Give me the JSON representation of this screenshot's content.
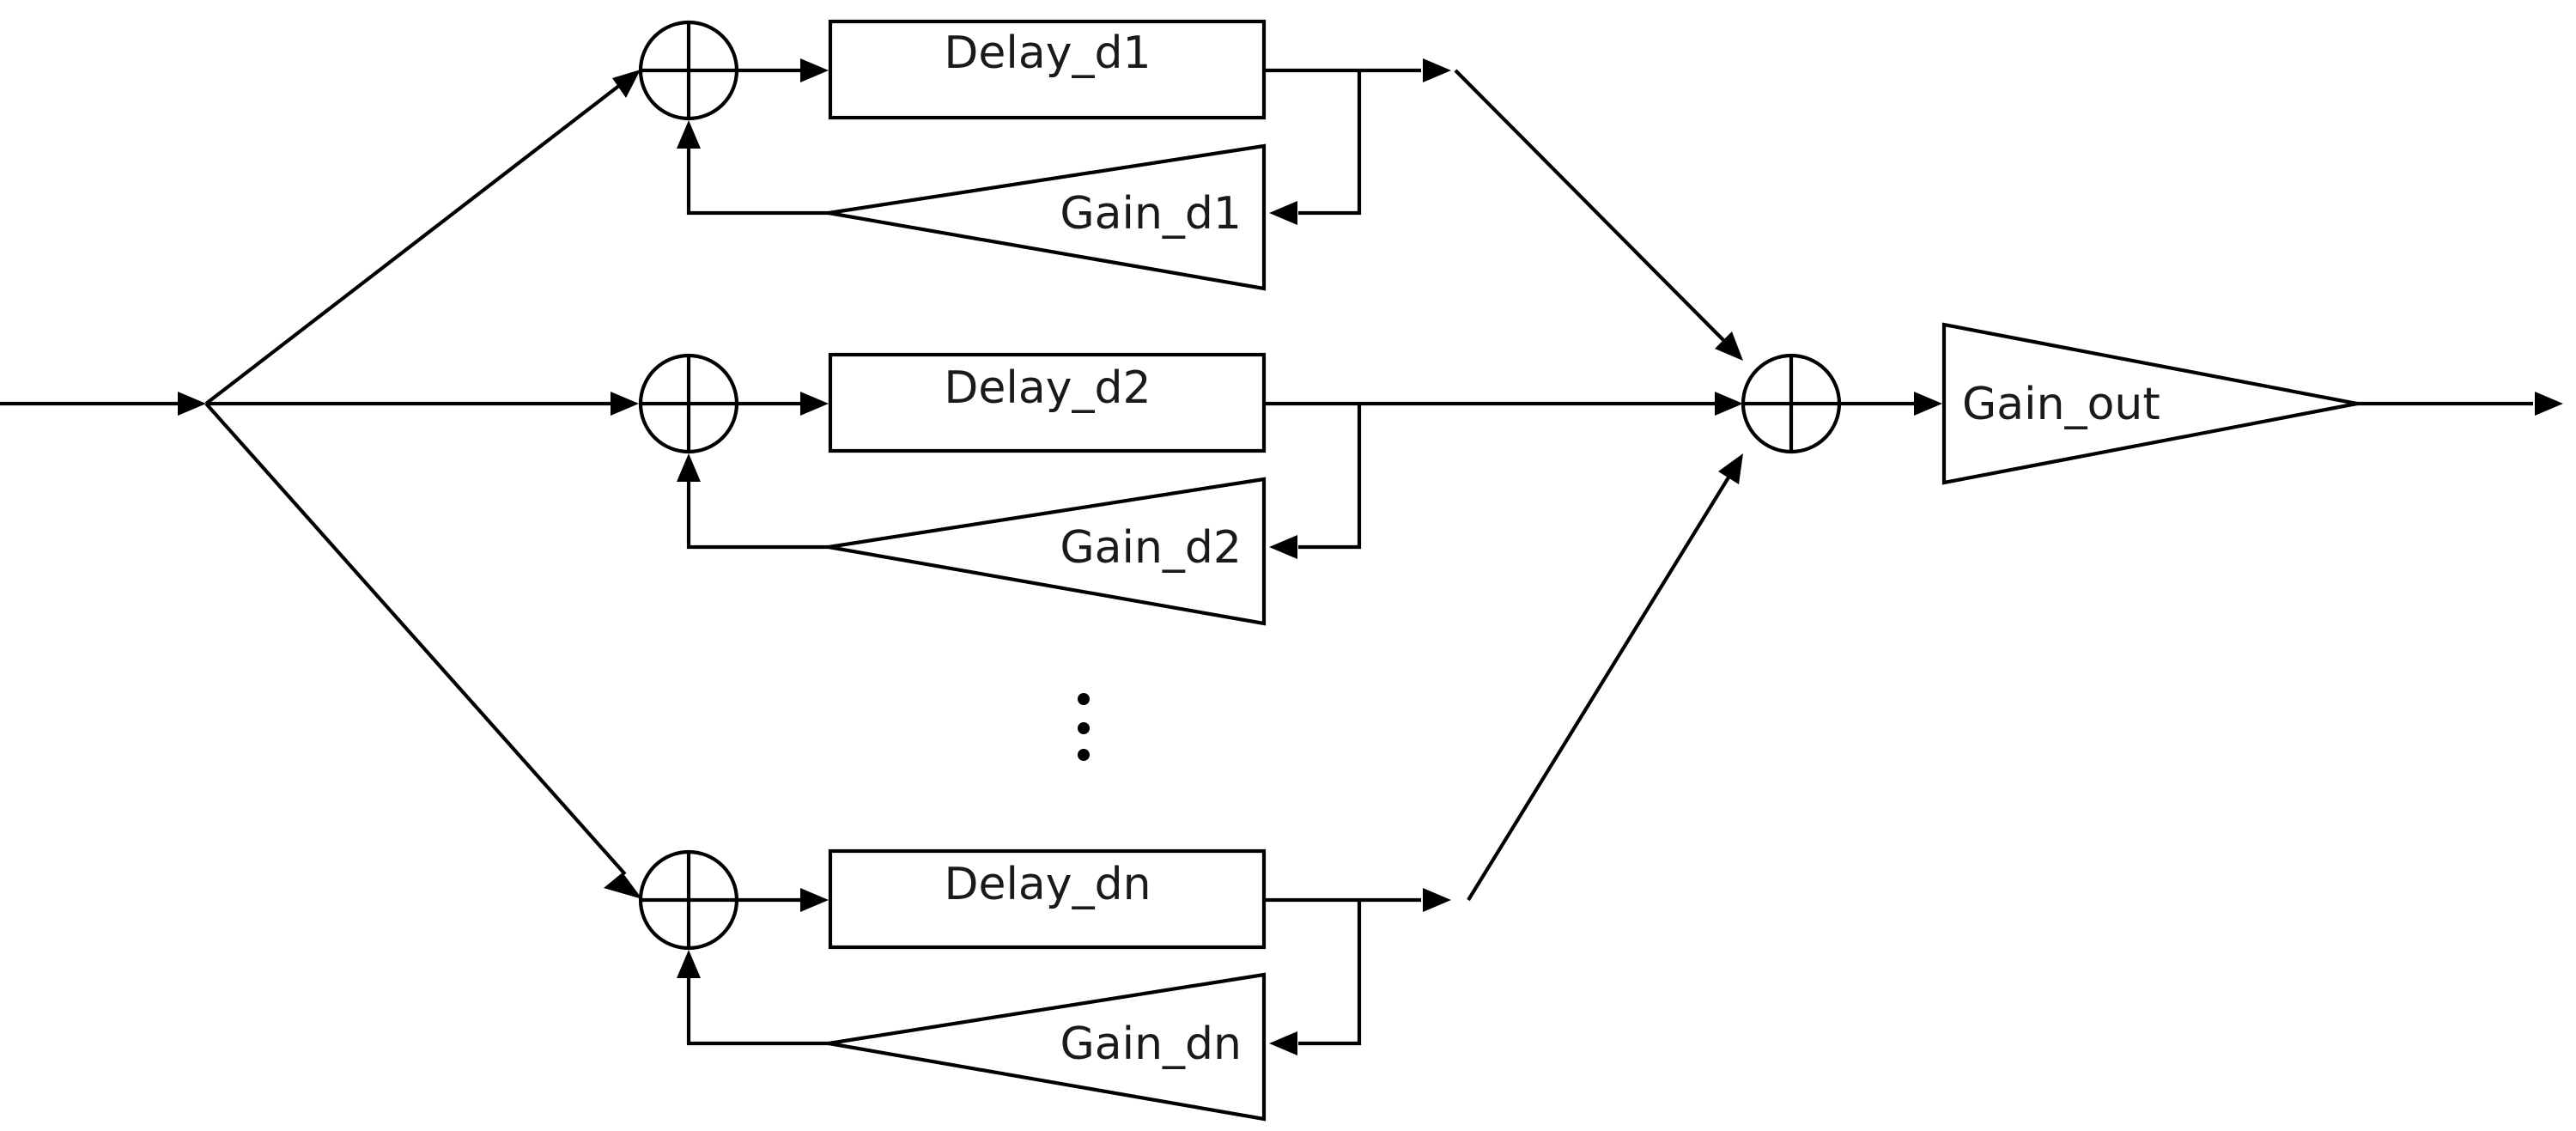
{
  "branches": [
    {
      "delay_label": "Delay_d1",
      "gain_label": "Gain_d1"
    },
    {
      "delay_label": "Delay_d2",
      "gain_label": "Gain_d2"
    },
    {
      "delay_label": "Delay_dn",
      "gain_label": "Gain_dn"
    }
  ],
  "output": {
    "gain_label": "Gain_out"
  },
  "colors": {
    "stroke": "#000000",
    "text": "#1a1a1a",
    "background": "#ffffff"
  }
}
